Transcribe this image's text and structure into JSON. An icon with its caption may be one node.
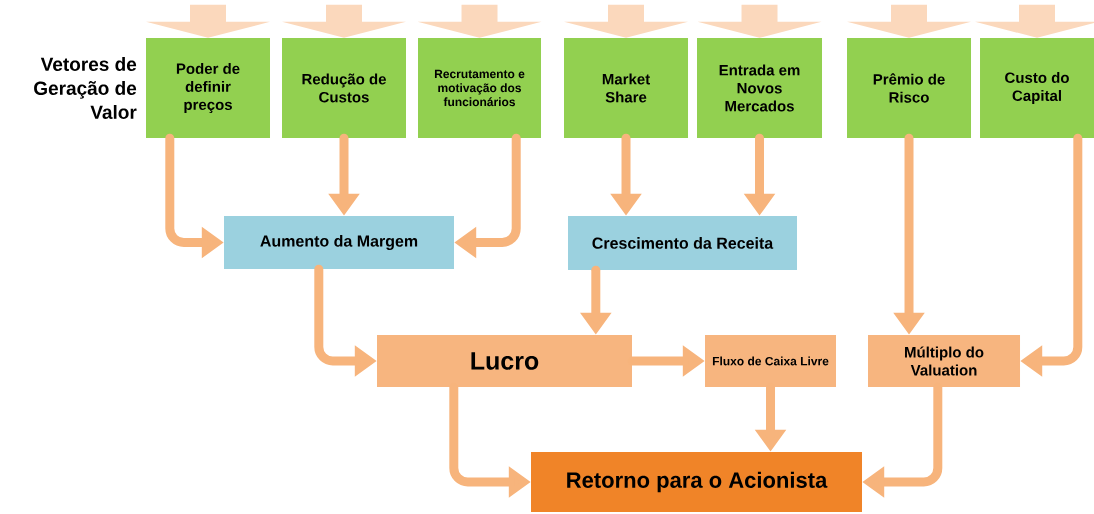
{
  "diagram": {
    "nodes": [
      {
        "text": [
          "Poder de definir preços"
        ]
      },
      {
        "text": [
          "Redução de Custos"
        ]
      },
      {
        "text": [
          "Recrutamento e motivação dos funcionários"
        ]
      },
      {
        "text": [
          "Market Share"
        ]
      },
      {
        "text": [
          "Entrada em Novos Mercados"
        ]
      },
      {
        "text": [
          "Prêmio de Risco"
        ]
      },
      {
        "text": [
          "Custo do Capital"
        ]
      },
      {
        "text": [
          "Aumento da Margem"
        ]
      },
      {
        "text": [
          "Crescimento da Receita"
        ]
      },
      {
        "text": [
          "Lucro"
        ]
      },
      {
        "text": [
          "Fluxo de Caixa Livre"
        ]
      },
      {
        "text": [
          "Múltiplo do Valuation"
        ]
      },
      {
        "text": [
          "Retorno para o Acionista"
        ]
      }
    ],
    "edges": [
      {
        "from": null,
        "to": 0,
        "arrow": "to",
        "style": "thick",
        "color": "#fbd8bc"
      },
      {
        "from": null,
        "to": 1,
        "arrow": "to",
        "style": "thick",
        "color": "#fbd8bc"
      },
      {
        "from": null,
        "to": 2,
        "arrow": "to",
        "style": "thick",
        "color": "#fbd8bc"
      },
      {
        "from": null,
        "to": 3,
        "arrow": "to",
        "style": "thick",
        "color": "#fbd8bc"
      },
      {
        "from": null,
        "to": 4,
        "arrow": "to",
        "style": "thick",
        "color": "#fbd8bc"
      },
      {
        "from": null,
        "to": 5,
        "arrow": "to",
        "style": "thick",
        "color": "#fbd8bc"
      },
      {
        "from": null,
        "to": 6,
        "arrow": "to",
        "style": "thick",
        "color": "#fbd8bc"
      },
      {
        "from": 0,
        "to": 7,
        "arrow": "to"
      },
      {
        "from": 1,
        "to": 7,
        "arrow": "to"
      },
      {
        "from": 2,
        "to": 7,
        "arrow": "to"
      },
      {
        "from": 3,
        "to": 8,
        "arrow": "to"
      },
      {
        "from": 4,
        "to": 8,
        "arrow": "to"
      },
      {
        "from": 7,
        "to": 9,
        "arrow": "to"
      },
      {
        "from": 8,
        "to": 9,
        "arrow": "to"
      },
      {
        "from": 9,
        "to": 10,
        "arrow": "to"
      },
      {
        "from": 9,
        "to": 12,
        "arrow": "to"
      },
      {
        "from": 10,
        "to": 12,
        "arrow": "to"
      },
      {
        "from": 11,
        "to": 12,
        "arrow": "to"
      },
      {
        "from": 5,
        "to": 11,
        "arrow": "to"
      },
      {
        "from": 6,
        "to": 11,
        "arrow": "to"
      }
    ],
    "labels": [
      "Vetores de Geração de Valor"
    ]
  }
}
